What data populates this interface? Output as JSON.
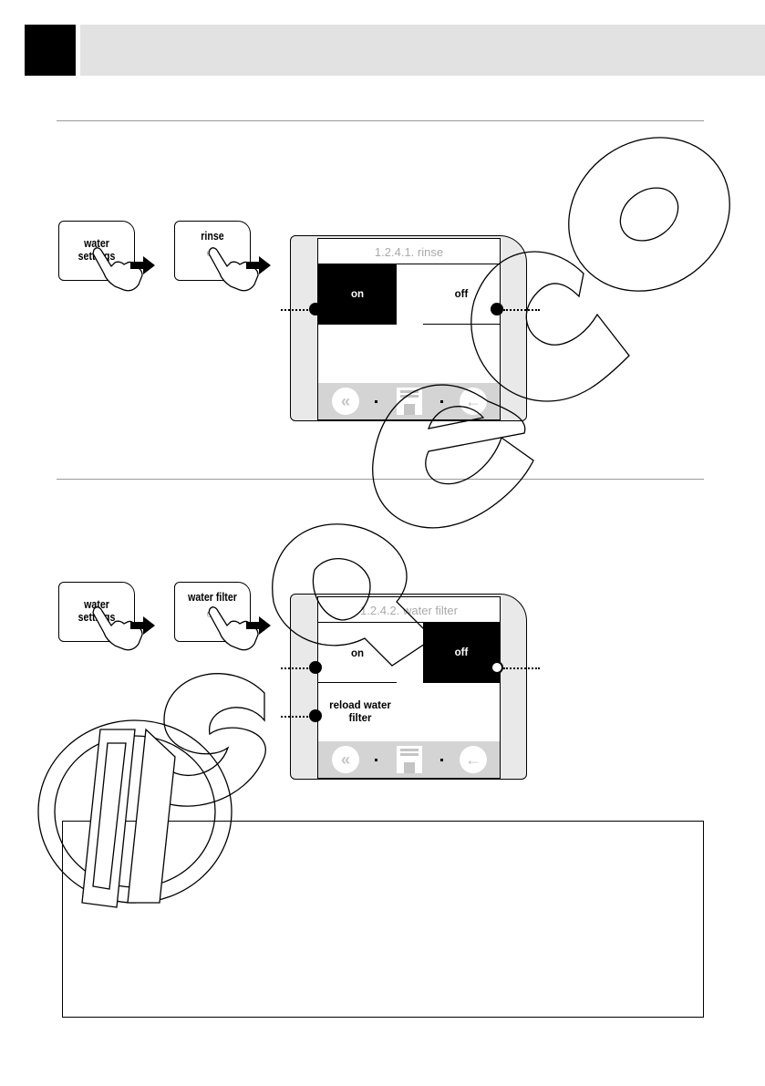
{
  "header": {},
  "step1": {
    "key1": {
      "label": "water settings"
    },
    "key2": {
      "label": "rinse",
      "value": "on"
    },
    "screen": {
      "title": "1.2.4.1. rinse",
      "options": [
        {
          "label": "on",
          "selected": true
        },
        {
          "label": "off",
          "selected": false
        }
      ]
    }
  },
  "step2": {
    "key1": {
      "label": "water settings"
    },
    "key2": {
      "label": "water filter",
      "value": "off"
    },
    "screen": {
      "title": "1.2.4.2. water filter",
      "options": [
        {
          "label": "on",
          "selected": false
        },
        {
          "label": "off",
          "selected": true
        },
        {
          "label": "reload water filter",
          "selected": false
        }
      ]
    }
  },
  "navbar": {
    "icons": [
      "double-chevron-left-icon",
      "save-floppy-icon",
      "arrow-left-icon"
    ]
  },
  "watermark": {
    "text": "saeco"
  },
  "info_box": {}
}
